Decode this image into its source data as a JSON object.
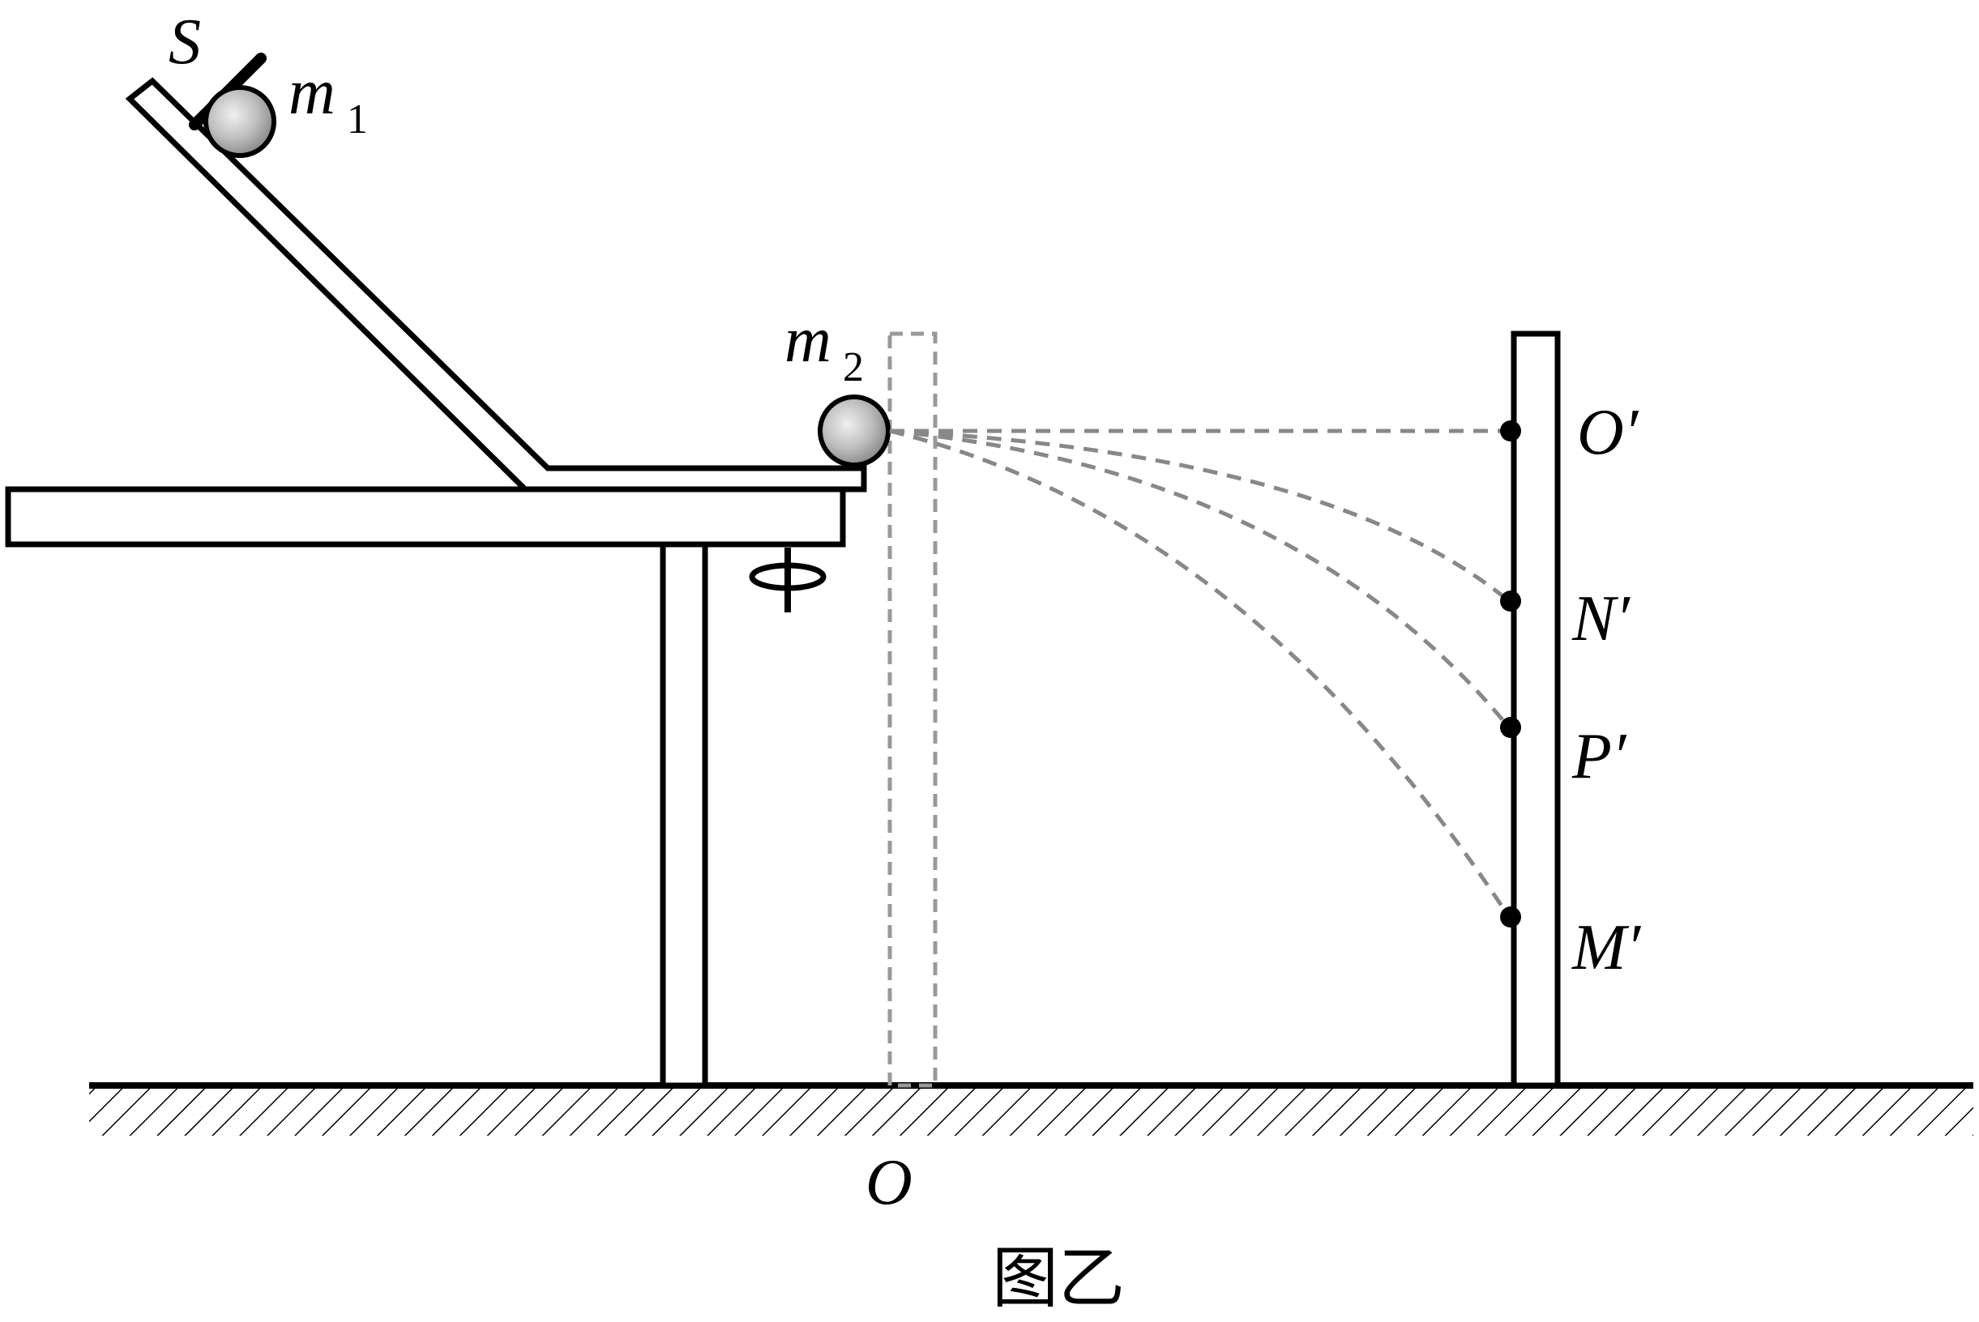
{
  "labels": {
    "switch": "S",
    "ball1_main": "m",
    "ball1_sub": "1",
    "ball2_main": "m",
    "ball2_sub": "2",
    "o_prime": "O′",
    "n_prime": "N′",
    "p_prime": "P′",
    "m_prime": "M′",
    "ground_origin": "O",
    "caption": "图乙"
  },
  "colors": {
    "ink": "#000000",
    "ball_fill": "#bdbdbd",
    "dashed_guides": "#888888",
    "background": "#ffffff"
  }
}
